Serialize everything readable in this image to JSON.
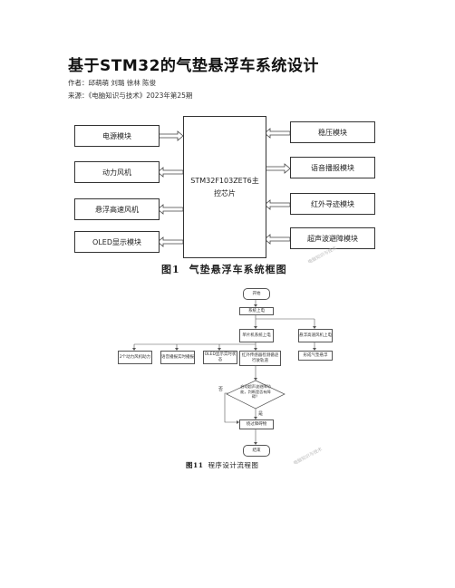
{
  "article": {
    "title": "基于STM32的气垫悬浮车系统设计",
    "authors": "作者：邱萌萌 刘璐 徐林 陈俊",
    "source": "来源：《电脑知识与技术》2023年第25期"
  },
  "figure1": {
    "caption_num": "图1",
    "caption_text": "气垫悬浮车系统框图",
    "center_label": "STM32F103ZET6主控芯片",
    "left_modules": [
      "电源模块",
      "动力风机",
      "悬浮高速风机",
      "OLED显示模块"
    ],
    "right_modules": [
      "稳压模块",
      "语音播报模块",
      "红外寻迹模块",
      "超声波避障模块"
    ],
    "watermark": "电脑知识与技术"
  },
  "figure11": {
    "caption_num": "图11",
    "caption_text": "程序设计流程图",
    "nodes": {
      "start": "开始",
      "power_on": "系统上电",
      "mcu_power": "单片机系统上电",
      "hover_fan": "悬浮高速风机上电",
      "air_cushion": "形成气垫悬浮",
      "two_fans": "2个动力风机助力",
      "voice": "语音播报实时播报",
      "oled": "OLED显示实时状态",
      "ir_track": "红外传感器检测循迹行驶轨道",
      "decision": "启动超声波避障功能，判断是否有障碍？",
      "avoid": "绕过障碍物",
      "end": "结束"
    },
    "labels": {
      "no": "否",
      "yes": "是"
    },
    "watermark": "电脑知识与技术"
  }
}
